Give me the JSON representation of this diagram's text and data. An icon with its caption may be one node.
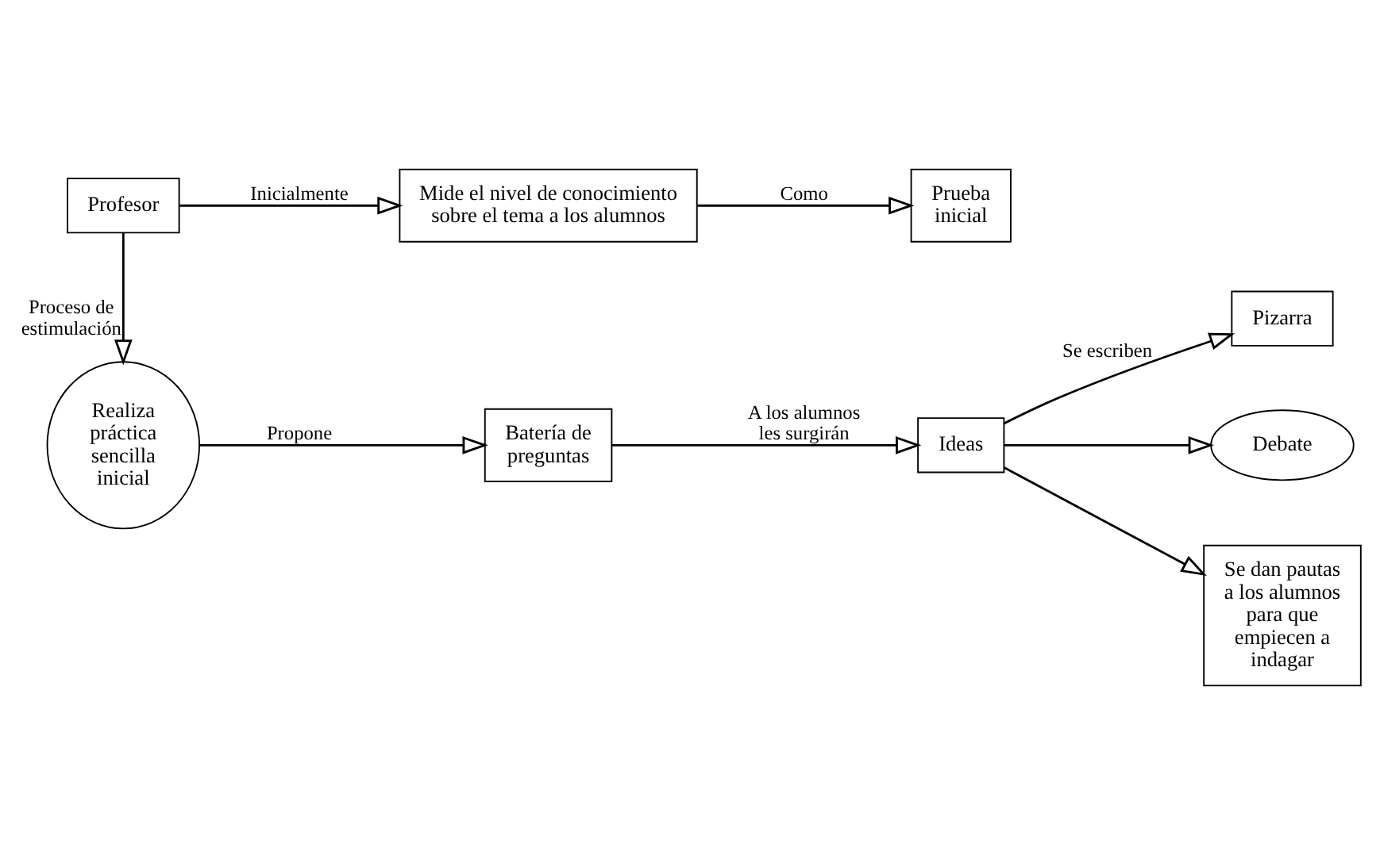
{
  "diagram": {
    "nodes": [
      {
        "text": [
          "Profesor"
        ]
      },
      {
        "text": [
          "Mide el nivel de conocimiento sobre el tema a los alumnos"
        ]
      },
      {
        "text": [
          "Prueba inicial"
        ]
      },
      {
        "text": [
          "Realiza práctica sencilla inicial"
        ]
      },
      {
        "text": [
          "Batería de preguntas"
        ]
      },
      {
        "text": [
          "Ideas"
        ]
      },
      {
        "text": [
          "Pizarra"
        ]
      },
      {
        "text": [
          "Debate"
        ]
      },
      {
        "text": [
          "Se dan pautas a los alumnos para que empiecen a indagar"
        ]
      }
    ],
    "edges": [
      {
        "from": 0,
        "to": 1,
        "arrow": "to",
        "label": "Inicialmente"
      },
      {
        "from": 1,
        "to": 2,
        "arrow": "to",
        "label": "Como"
      },
      {
        "from": 0,
        "to": 3,
        "arrow": "to",
        "label": "Proceso de estimulación"
      },
      {
        "from": 3,
        "to": 4,
        "arrow": "to",
        "label": "Propone"
      },
      {
        "from": 4,
        "to": 5,
        "arrow": "to",
        "label": "A los alumnos les surgirán"
      },
      {
        "from": 5,
        "to": 6,
        "arrow": "to",
        "label": "Se escriben"
      },
      {
        "from": 5,
        "to": 7,
        "arrow": "to"
      },
      {
        "from": 5,
        "to": 8,
        "arrow": "to"
      }
    ]
  }
}
